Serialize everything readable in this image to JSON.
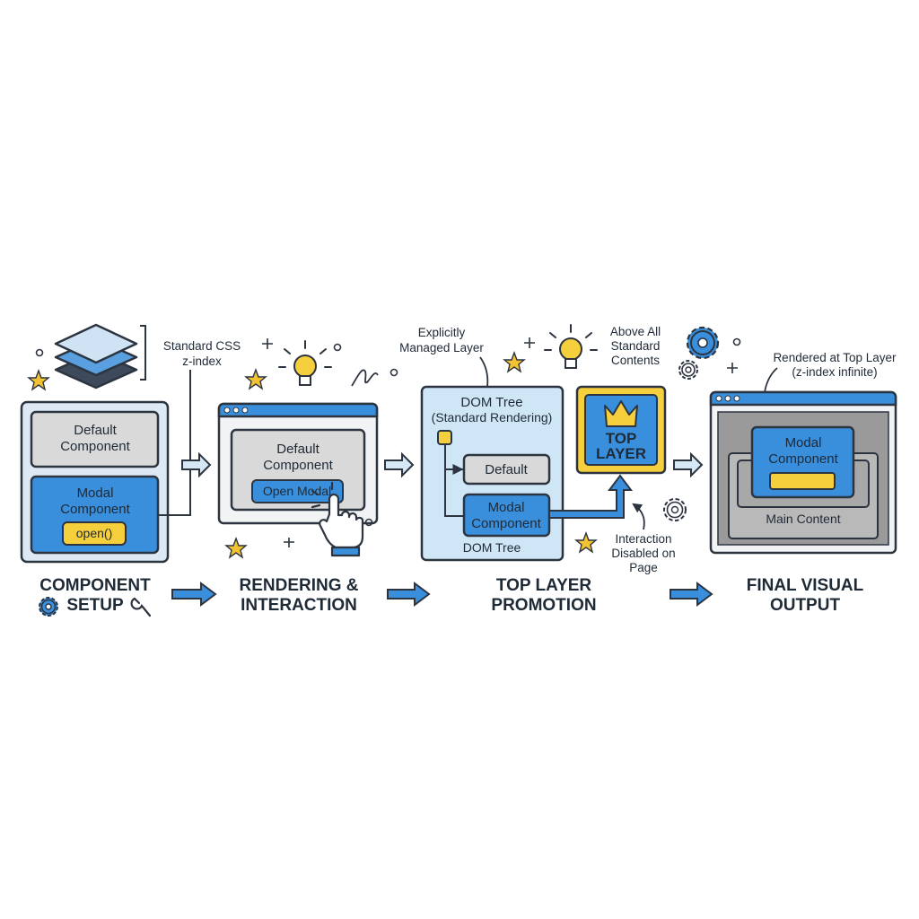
{
  "colors": {
    "outline": "#2c3440",
    "blue": "#3a8fdc",
    "light_blue": "#cfe6f7",
    "gray_box": "#d9d9d9",
    "dark_gray": "#b9b9b9",
    "yellow": "#f6cf3c",
    "star": "#f2c233"
  },
  "setup": {
    "annotation_line1": "Standard CSS",
    "annotation_line2": "z-index",
    "default_line1": "Default",
    "default_line2": "Component",
    "modal_line1": "Modal",
    "modal_line2": "Component",
    "open_button": "open()",
    "stage_line1": "COMPONENT",
    "stage_line2": "SETUP"
  },
  "render": {
    "default_line1": "Default",
    "default_line2": "Component",
    "open_modal_button": "Open Modal",
    "stage_line1": "RENDERING &",
    "stage_line2": "INTERACTION"
  },
  "promotion": {
    "annotation_line1": "Explicitly",
    "annotation_line2": "Managed Layer",
    "dom_title": "DOM Tree",
    "dom_subtitle": "(Standard Rendering)",
    "default_node": "Default",
    "modal_line1": "Modal",
    "modal_line2": "Component",
    "dom_footer": "DOM Tree",
    "top_line1": "TOP",
    "top_line2": "LAYER",
    "above_line1": "Above All",
    "above_line2": "Standard",
    "above_line3": "Contents",
    "interaction_line1": "Interaction",
    "interaction_line2": "Disabled on",
    "interaction_line3": "Page",
    "stage_line1": "TOP LAYER",
    "stage_line2": "PROMOTION"
  },
  "final": {
    "annotation_line1": "Rendered at Top Layer",
    "annotation_line2": "(z-index infinite)",
    "modal_line1": "Modal",
    "modal_line2": "Component",
    "main_content": "Main Content",
    "stage_line1": "FINAL VISUAL",
    "stage_line2": "OUTPUT"
  },
  "icons": [
    "layers-icon",
    "lightbulb-icon",
    "gear-icon",
    "wrench-icon",
    "crown-icon",
    "pointer-hand-icon",
    "star-icon",
    "sparkle-icon",
    "arrow-right-icon"
  ]
}
